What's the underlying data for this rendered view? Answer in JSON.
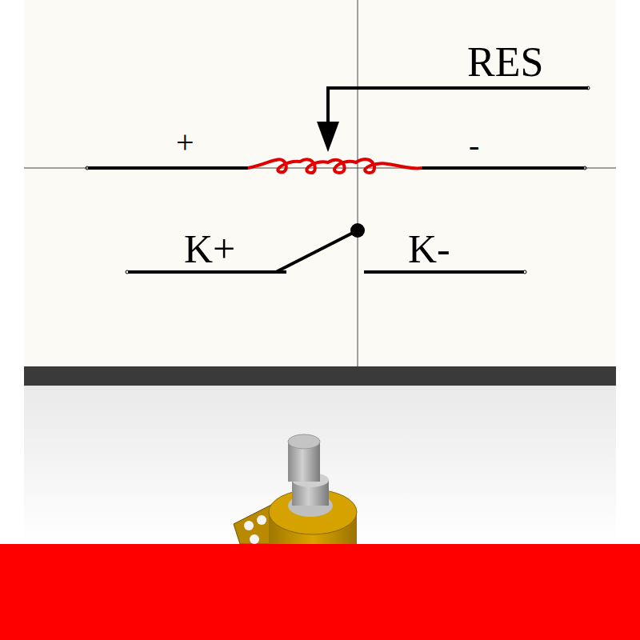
{
  "diagram": {
    "labels": [
      "RES",
      "+",
      "-",
      "K+",
      "K-"
    ]
  }
}
